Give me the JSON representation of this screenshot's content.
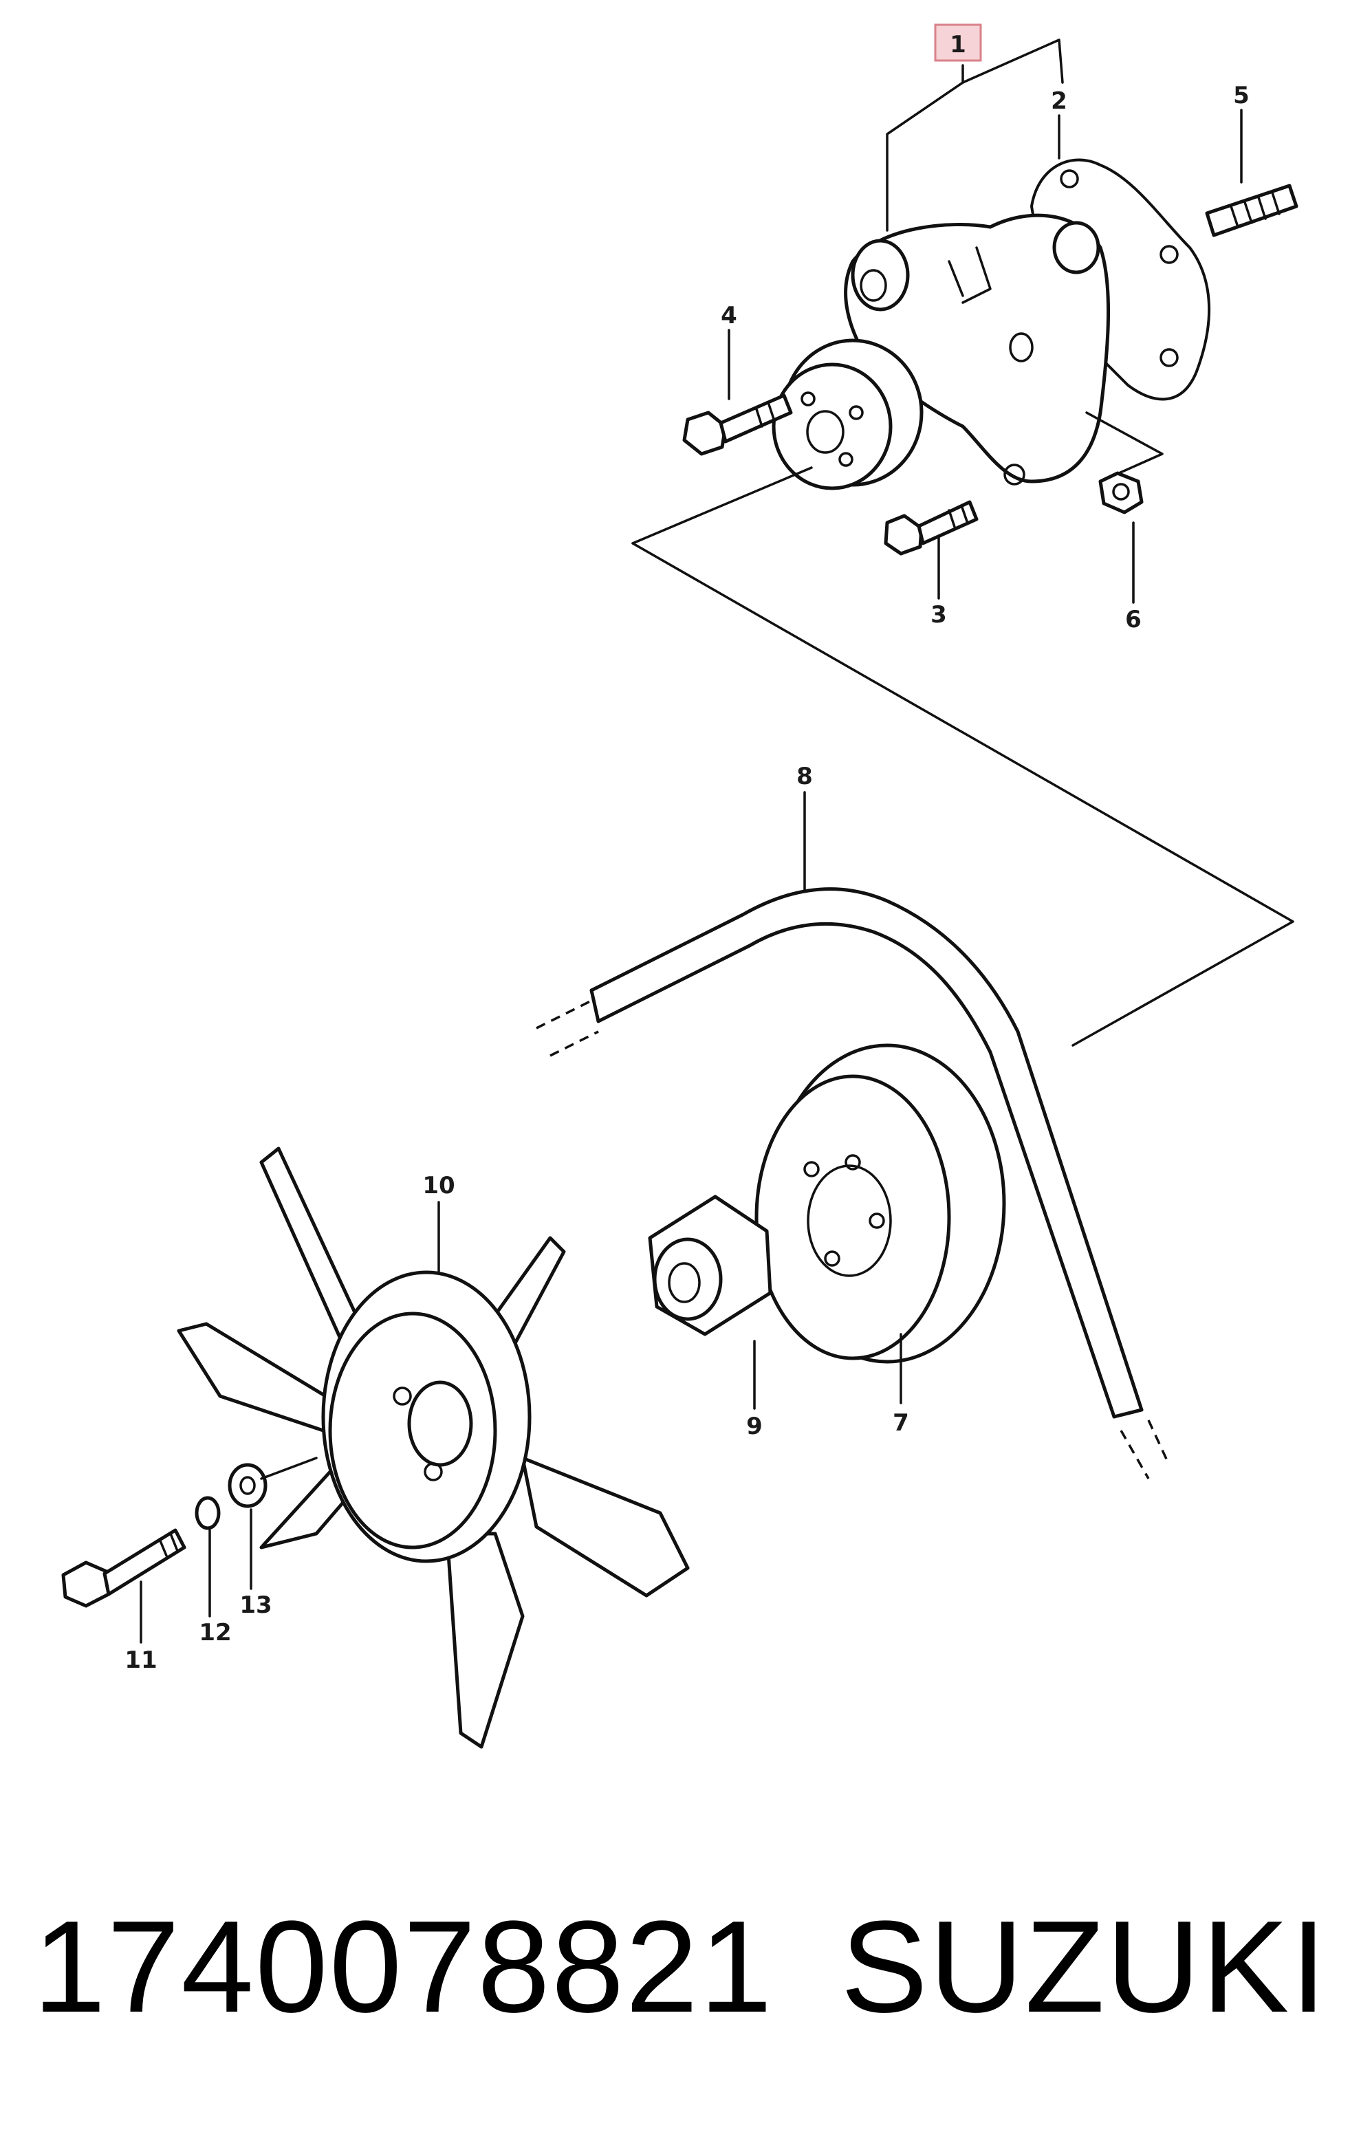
{
  "diagram": {
    "callouts": [
      {
        "id": "1",
        "highlighted": true
      },
      {
        "id": "2"
      },
      {
        "id": "3"
      },
      {
        "id": "4"
      },
      {
        "id": "5"
      },
      {
        "id": "6"
      },
      {
        "id": "7"
      },
      {
        "id": "8"
      },
      {
        "id": "9"
      },
      {
        "id": "10"
      },
      {
        "id": "11"
      },
      {
        "id": "12"
      },
      {
        "id": "13"
      }
    ],
    "highlight_color": "#f6d3d6"
  },
  "footer": {
    "part_number": "1740078821",
    "brand": "SUZUKI"
  }
}
